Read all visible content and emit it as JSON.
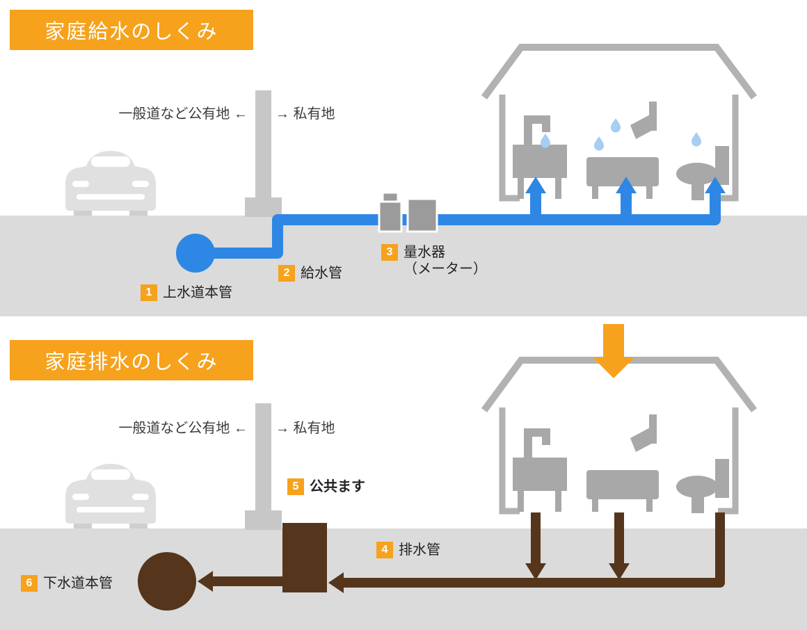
{
  "colors": {
    "orange": "#F6A21C",
    "blue": "#2E87E4",
    "light_blue": "#A6CDF2",
    "house_gray": "#B2B2B2",
    "fixture_gray": "#A8A8A8",
    "car_gray": "#E0E0E0",
    "wheel_gray": "#CFCFCF",
    "wall_gray": "#C7C7C7",
    "ground_gray": "#DBDBDB",
    "meter_gray": "#9B9B9B",
    "brown": "#55351B",
    "label_text": "#222222",
    "zone_text": "#3C3C3C"
  },
  "supply": {
    "title": "家庭給水のしくみ",
    "zone_left": "一般道など公有地 ←",
    "zone_right": "→ 私有地",
    "labels": [
      {
        "num": "1",
        "text": "上水道本管"
      },
      {
        "num": "2",
        "text": "給水管"
      },
      {
        "num": "3",
        "text": "量水器",
        "text2": "（メーター）"
      }
    ]
  },
  "drain": {
    "title": "家庭排水のしくみ",
    "zone_left": "一般道など公有地 ←",
    "zone_right": "→ 私有地",
    "labels": [
      {
        "num": "4",
        "text": "排水管"
      },
      {
        "num": "5",
        "text": "公共ます"
      },
      {
        "num": "6",
        "text": "下水道本管"
      }
    ]
  }
}
